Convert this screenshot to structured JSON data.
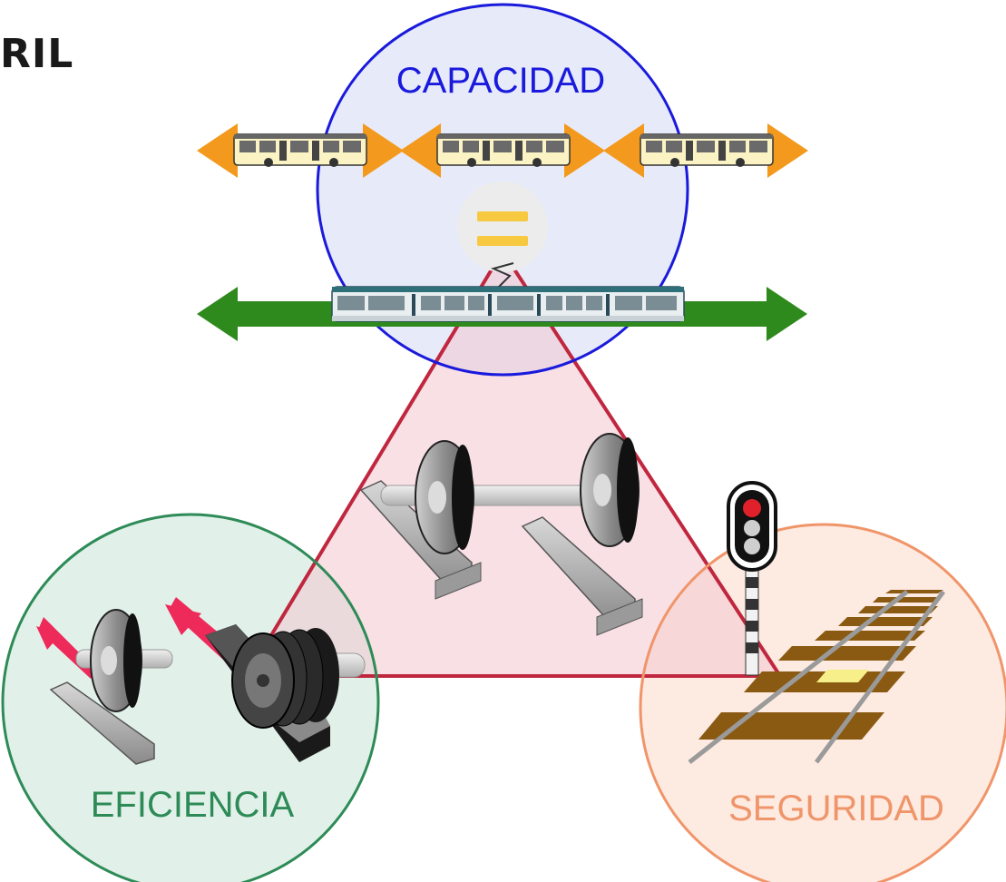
{
  "title_fragment": "RIL",
  "labels": {
    "capacidad": "CAPACIDAD",
    "eficiencia": "EFICIENCIA",
    "seguridad": "SEGURIDAD"
  },
  "colors": {
    "capacidad": "#1a1adc",
    "eficiencia": "#2e8b57",
    "seguridad": "#f0956a",
    "triangle": "#c0273f",
    "bus_arrow": "#f39a1e",
    "tram_arrow": "#2f8a1e",
    "equals": "#f6c940",
    "signal_red": "#e0202a",
    "friction_arrow": "#ee2a5a"
  },
  "icons": {
    "equals": "equals-sign-icon",
    "signal": "railway-signal-icon",
    "track": "railway-track-icon",
    "wheelset": "wheelset-on-rail-icon",
    "tire": "rubber-tire-icon",
    "bus": "bus-icon",
    "tram": "tram-icon"
  }
}
